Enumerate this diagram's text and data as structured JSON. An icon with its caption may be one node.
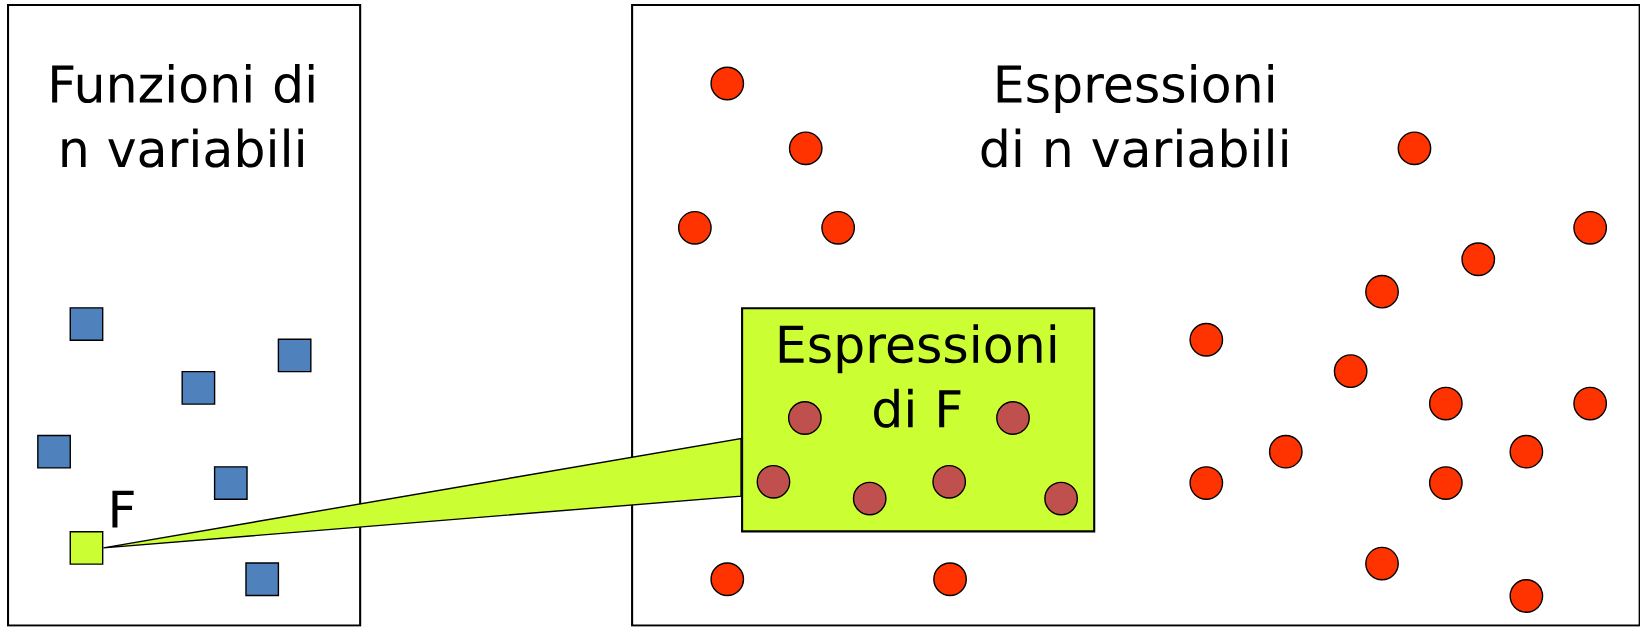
{
  "diagram": {
    "nodes": [
      {
        "text": [
          "Funzioni di n variabili"
        ]
      },
      {
        "text": [],
        "shape": "box",
        "in": 0
      },
      {
        "text": [],
        "shape": "box",
        "in": 0
      },
      {
        "text": [],
        "shape": "box",
        "in": 0
      },
      {
        "text": [],
        "shape": "box",
        "in": 0
      },
      {
        "text": [],
        "shape": "box",
        "in": 0
      },
      {
        "text": [
          "F"
        ],
        "in": 0
      },
      {
        "text": [],
        "shape": "box",
        "in": 0
      },
      {
        "text": [
          "Espressioni di n variabili"
        ]
      },
      {
        "text": [],
        "shape": "circle",
        "in": 8
      },
      {
        "text": [],
        "shape": "circle",
        "in": 8
      },
      {
        "text": [],
        "shape": "circle",
        "in": 8
      },
      {
        "text": [],
        "shape": "circle",
        "in": 8
      },
      {
        "text": [],
        "shape": "circle",
        "in": 8
      },
      {
        "text": [],
        "shape": "circle",
        "in": 8
      },
      {
        "text": [],
        "shape": "circle",
        "in": 8
      },
      {
        "text": [],
        "shape": "circle",
        "in": 8
      },
      {
        "text": [],
        "shape": "circle",
        "in": 8
      },
      {
        "text": [],
        "shape": "circle",
        "in": 8
      },
      {
        "text": [],
        "shape": "circle",
        "in": 8
      },
      {
        "text": [],
        "shape": "circle",
        "in": 8
      },
      {
        "text": [],
        "shape": "circle",
        "in": 8
      },
      {
        "text": [],
        "shape": "circle",
        "in": 8
      },
      {
        "text": [],
        "shape": "circle",
        "in": 8
      },
      {
        "text": [],
        "shape": "circle",
        "in": 8
      },
      {
        "text": [],
        "shape": "circle",
        "in": 8
      },
      {
        "text": [],
        "shape": "circle",
        "in": 8
      },
      {
        "text": [],
        "shape": "circle",
        "in": 8
      },
      {
        "text": [],
        "shape": "circle",
        "in": 8
      },
      {
        "text": [
          "Espressioni di F"
        ],
        "in": 8
      },
      {
        "text": [],
        "shape": "circle",
        "in": 29
      },
      {
        "text": [],
        "shape": "circle",
        "in": 29
      },
      {
        "text": [],
        "shape": "circle",
        "in": 29
      },
      {
        "text": [],
        "shape": "circle",
        "in": 29
      },
      {
        "text": [],
        "shape": "circle",
        "in": 29
      },
      {
        "text": [],
        "shape": "circle",
        "in": 29
      }
    ],
    "edges": [
      {
        "from": 6,
        "to": 29,
        "arrow": "none"
      }
    ]
  }
}
